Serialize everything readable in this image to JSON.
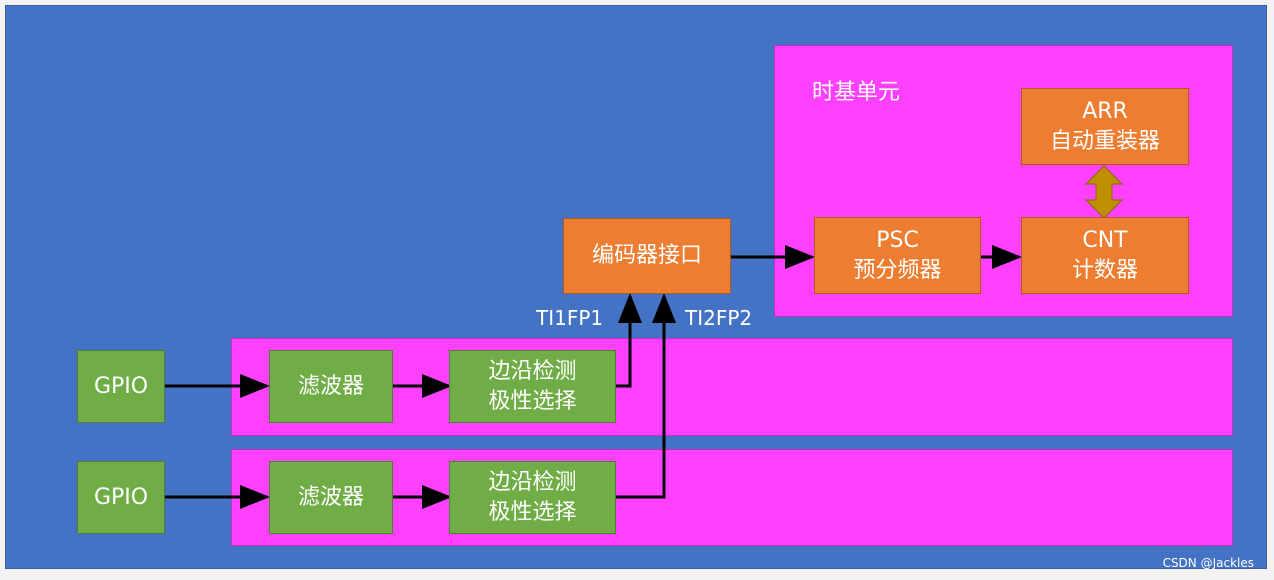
{
  "gpio_label": "GPIO",
  "filter_label": "滤波器",
  "edge_detect_lines": [
    "边沿检测",
    "极性选择"
  ],
  "encoder_interface_label": "编码器接口",
  "signal_labels": [
    "TI1FP1",
    "TI2FP2"
  ],
  "time_base_unit": {
    "title": "时基单元",
    "psc_lines": [
      "PSC",
      "预分频器"
    ],
    "cnt_lines": [
      "CNT",
      "计数器"
    ],
    "arr_lines": [
      "ARR",
      "自动重装器"
    ]
  },
  "watermark": "CSDN @Jackles_",
  "colors": {
    "background": "#4472c4",
    "region": "#ff40ff",
    "block_green": "#70ad47",
    "block_orange": "#ed7d31",
    "double_arrow": "#bf8f00",
    "wire": "#000000"
  }
}
